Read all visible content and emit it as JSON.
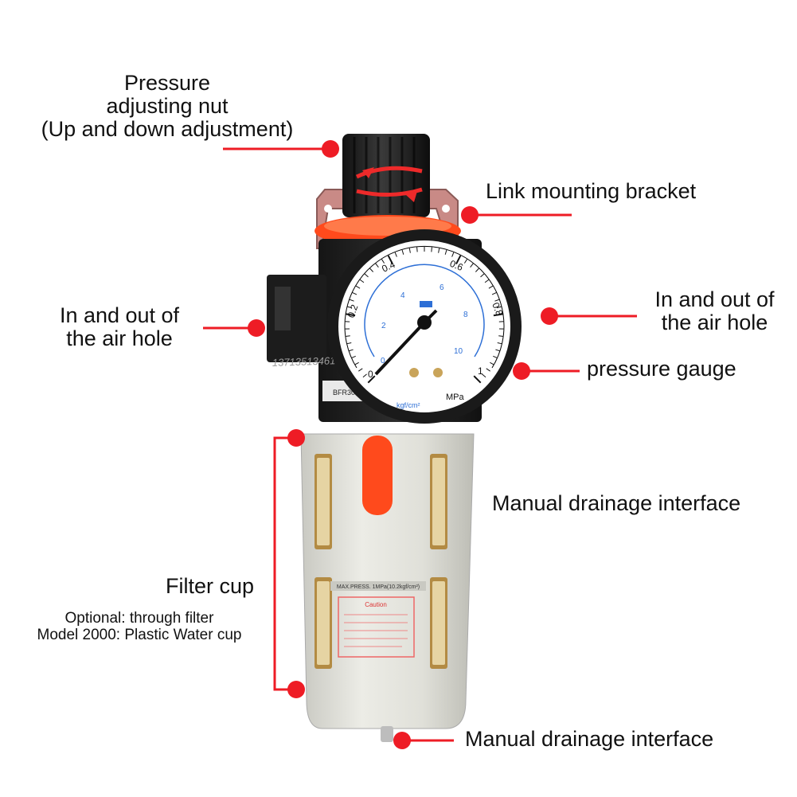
{
  "colors": {
    "callout": "#ee1c25",
    "knob": "#1a1a1a",
    "body_black": "#222222",
    "cup": "#dcdcd6",
    "orange": "#ff4a1c",
    "bracket": "#c98a86",
    "gauge_blue": "#2d6fd6"
  },
  "labels": {
    "pressure_nut_line1": "Pressure",
    "pressure_nut_line2": "adjusting nut",
    "pressure_nut_line3": "(Up and down adjustment)",
    "bracket": "Link mounting bracket",
    "air_hole_left_line1": "In and out of",
    "air_hole_left_line2": "the air hole",
    "air_hole_right_line1": "In and out of",
    "air_hole_right_line2": "the air hole",
    "pressure_gauge": "pressure gauge",
    "manual_drain_upper": "Manual drainage interface",
    "filter_cup": "Filter cup",
    "filter_note_line1": "Optional: through filter",
    "filter_note_line2": "Model 2000: Plastic Water cup",
    "manual_drain_lower": "Manual drainage interface"
  },
  "gauge": {
    "outer_ticks": [
      "0",
      "0.2",
      "0.4",
      "0.6",
      "0.8",
      "1"
    ],
    "inner_ticks": [
      "0",
      "2",
      "4",
      "6",
      "8",
      "10"
    ],
    "unit_mpa": "MPa",
    "unit_kgf": "kgf/cm²"
  },
  "product": {
    "watermark": "13713513461",
    "model_tag": "BFR3000",
    "cup_spec": "MAX.PRESS. 1MPa(10.2kgf/cm²)",
    "caution": "Caution"
  },
  "icons": {
    "adjust_arrows": "rotate-arrows-icon",
    "callout_dot": "red-dot-icon"
  }
}
